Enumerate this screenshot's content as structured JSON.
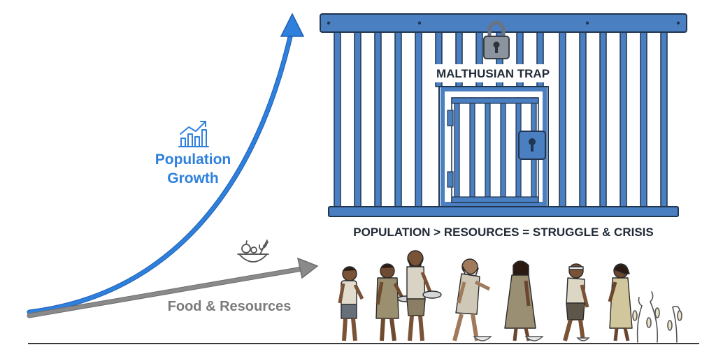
{
  "diagram": {
    "population_label_line1": "Population",
    "population_label_line2": "Growth",
    "food_label": "Food & Resources",
    "trap_label": "MALTHUSIAN TRAP",
    "equation": "POPULATION > RESOURCES = STRUGGLE & CRISIS"
  },
  "colors": {
    "blue": "#2f80dd",
    "cage_blue": "#4a7fc1",
    "cage_outline": "#1f3550",
    "gray": "#8a8a8a",
    "ground": "#3a3a3a",
    "text_dark": "#1f2a36"
  },
  "icons": [
    "chart-growth-icon",
    "food-bowl-icon",
    "padlock-icon",
    "door-lock-icon"
  ],
  "figures": [
    "child",
    "child",
    "old-man",
    "old-man",
    "woman",
    "man",
    "woman"
  ]
}
